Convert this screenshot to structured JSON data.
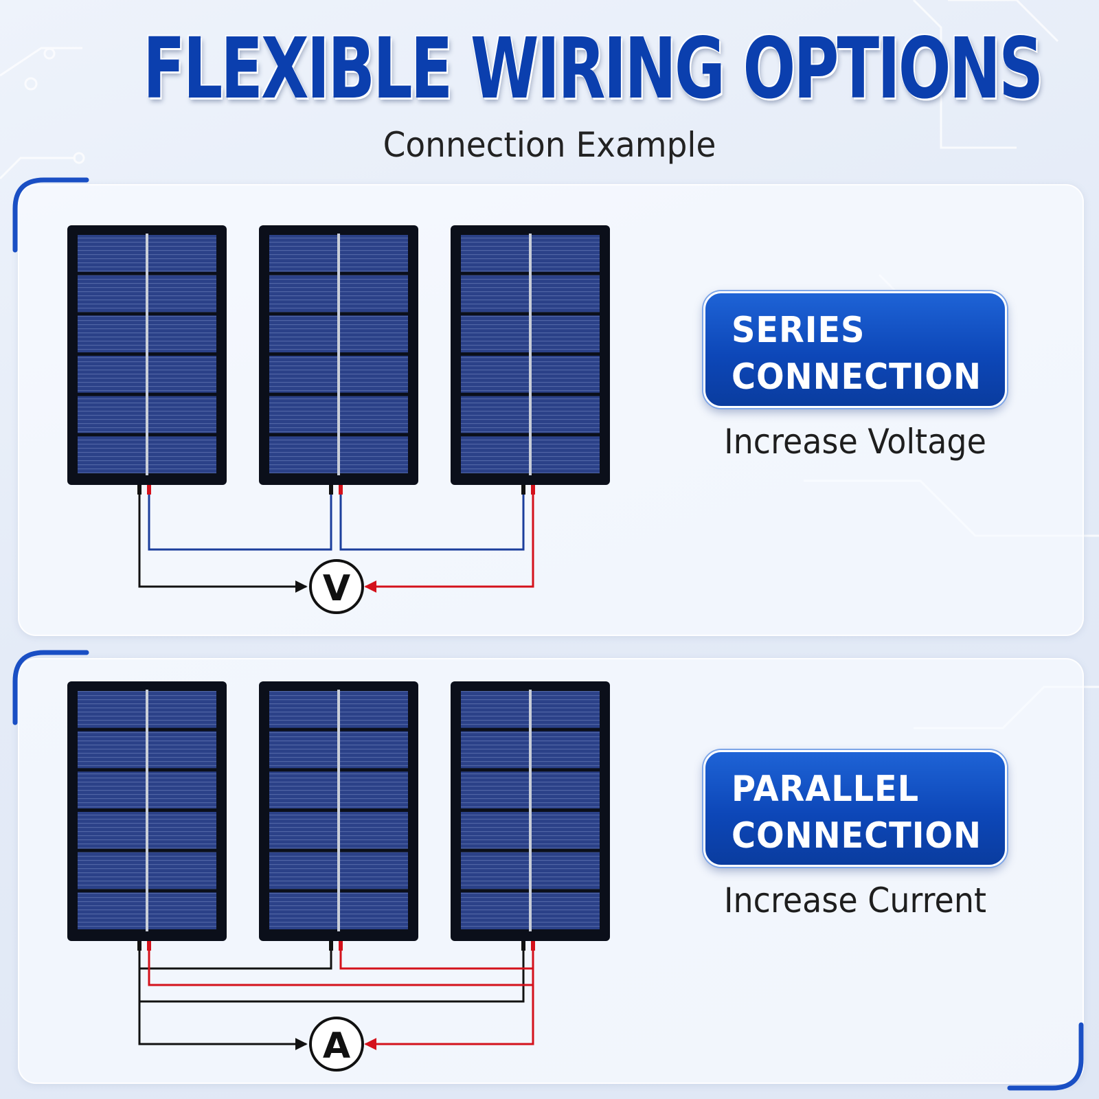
{
  "title": "FLEXIBLE WIRING OPTIONS",
  "subtitle": "Connection Example",
  "series": {
    "heading_line1": "SERIES",
    "heading_line2": "CONNECTION",
    "description": "Increase Voltage",
    "meter_symbol": "V"
  },
  "parallel": {
    "heading_line1": "PARALLEL",
    "heading_line2": "CONNECTION",
    "description": "Increase Current",
    "meter_symbol": "A"
  },
  "colors": {
    "title_blue": "#0b3fae",
    "pill_blue": "#0d47b8",
    "wire_positive": "#d4111b",
    "wire_negative": "#111111",
    "wire_link": "#1b3e9c",
    "panel_cell": "#2b4188"
  }
}
